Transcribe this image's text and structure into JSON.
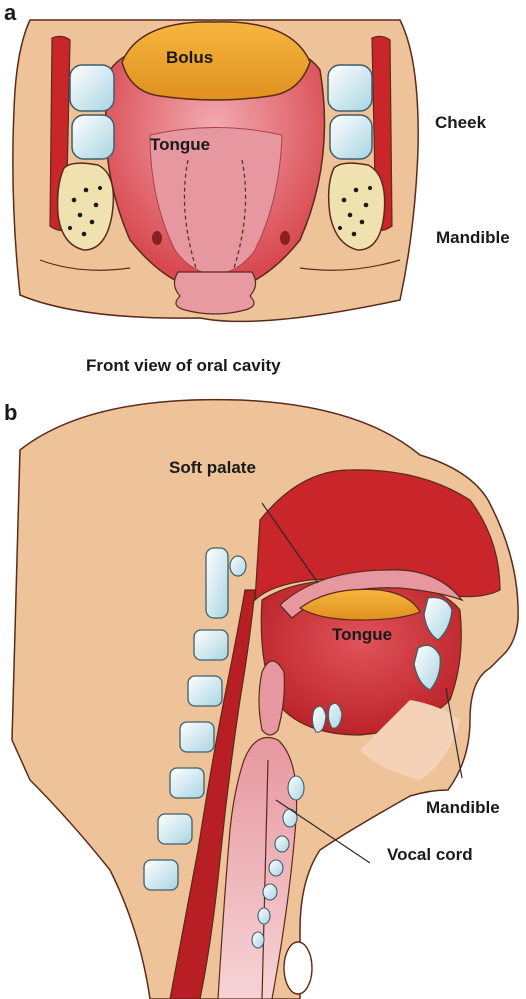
{
  "panel_a": {
    "letter": "a",
    "labels": {
      "bolus": "Bolus",
      "tongue": "Tongue",
      "cheek": "Cheek",
      "mandible": "Mandible"
    },
    "caption": "Front view of oral cavity"
  },
  "panel_b": {
    "letter": "b",
    "labels": {
      "soft_palate": "Soft palate",
      "tongue": "Tongue",
      "mandible": "Mandible",
      "vocal_cord": "Vocal cord"
    }
  },
  "colors": {
    "skin": "#eec39a",
    "muscle": "#c8262b",
    "tongue": "#e7979f",
    "bolus": "#f0a830",
    "tooth": "#cfe6ee",
    "bone": "#efe1b0",
    "outline": "#5a2a1a"
  }
}
